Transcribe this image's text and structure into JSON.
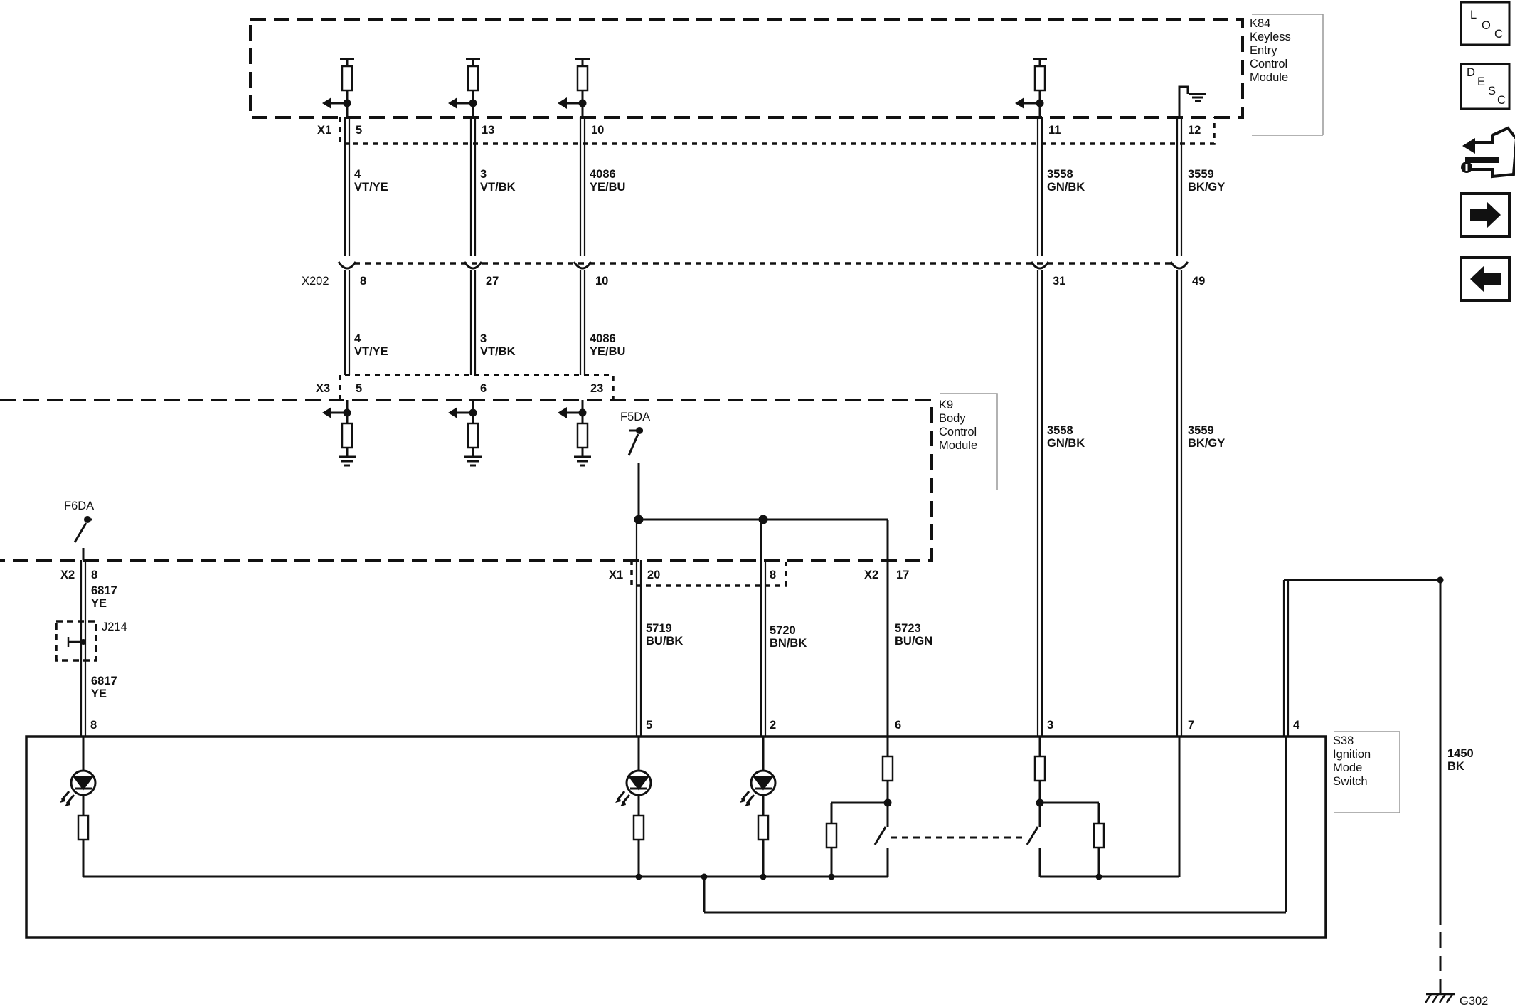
{
  "modules": {
    "k84": {
      "lines": [
        "K84",
        "Keyless",
        "Entry",
        "Control",
        "Module"
      ]
    },
    "k9": {
      "lines": [
        "K9",
        "Body",
        "Control",
        "Module"
      ]
    },
    "s38": {
      "lines": [
        "S38",
        "Ignition",
        "Mode",
        "Switch"
      ]
    }
  },
  "connectors": {
    "k84_x1": "X1",
    "x202": "X202",
    "k9_x3": "X3",
    "k9_x2": "X2",
    "k9_x1": "X1",
    "k9_x2_b": "X2"
  },
  "pins": {
    "k84_5": "5",
    "k84_13": "13",
    "k84_10": "10",
    "k84_11": "11",
    "k84_12": "12",
    "x202_8": "8",
    "x202_27": "27",
    "x202_10": "10",
    "x202_31": "31",
    "x202_49": "49",
    "k9_x3_5": "5",
    "k9_x3_6": "6",
    "k9_x3_23": "23",
    "k9_x2_8": "8",
    "k9_x1_20": "20",
    "k9_x1_8": "8",
    "k9_x2_17": "17",
    "s38_8": "8",
    "s38_5": "5",
    "s38_2": "2",
    "s38_6": "6",
    "s38_3": "3",
    "s38_7": "7",
    "s38_4": "4"
  },
  "wires": {
    "w1_upper": {
      "circuit": "4",
      "color": "VT/YE"
    },
    "w2_upper": {
      "circuit": "3",
      "color": "VT/BK"
    },
    "w3_upper": {
      "circuit": "4086",
      "color": "YE/BU"
    },
    "w4_upper": {
      "circuit": "3558",
      "color": "GN/BK"
    },
    "w5_upper": {
      "circuit": "3559",
      "color": "BK/GY"
    },
    "w1_lower": {
      "circuit": "4",
      "color": "VT/YE"
    },
    "w2_lower": {
      "circuit": "3",
      "color": "VT/BK"
    },
    "w3_lower": {
      "circuit": "4086",
      "color": "YE/BU"
    },
    "w4_lower": {
      "circuit": "3558",
      "color": "GN/BK"
    },
    "w5_lower": {
      "circuit": "3559",
      "color": "BK/GY"
    },
    "w6817_a": {
      "circuit": "6817",
      "color": "YE"
    },
    "w6817_b": {
      "circuit": "6817",
      "color": "YE"
    },
    "w5719": {
      "circuit": "5719",
      "color": "BU/BK"
    },
    "w5720": {
      "circuit": "5720",
      "color": "BN/BK"
    },
    "w5723": {
      "circuit": "5723",
      "color": "BU/GN"
    },
    "w1450": {
      "circuit": "1450",
      "color": "BK"
    }
  },
  "components": {
    "f5da": "F5DA",
    "f6da": "F6DA",
    "j214": "J214",
    "g302": "G302"
  },
  "sidebar": {
    "loc": {
      "letters": [
        "L",
        "O",
        "C"
      ]
    },
    "desc": {
      "letters": [
        "D",
        "E",
        "S",
        "C"
      ]
    },
    "icons": [
      "connector-view-icon",
      "next-arrow-icon",
      "previous-arrow-icon"
    ]
  }
}
